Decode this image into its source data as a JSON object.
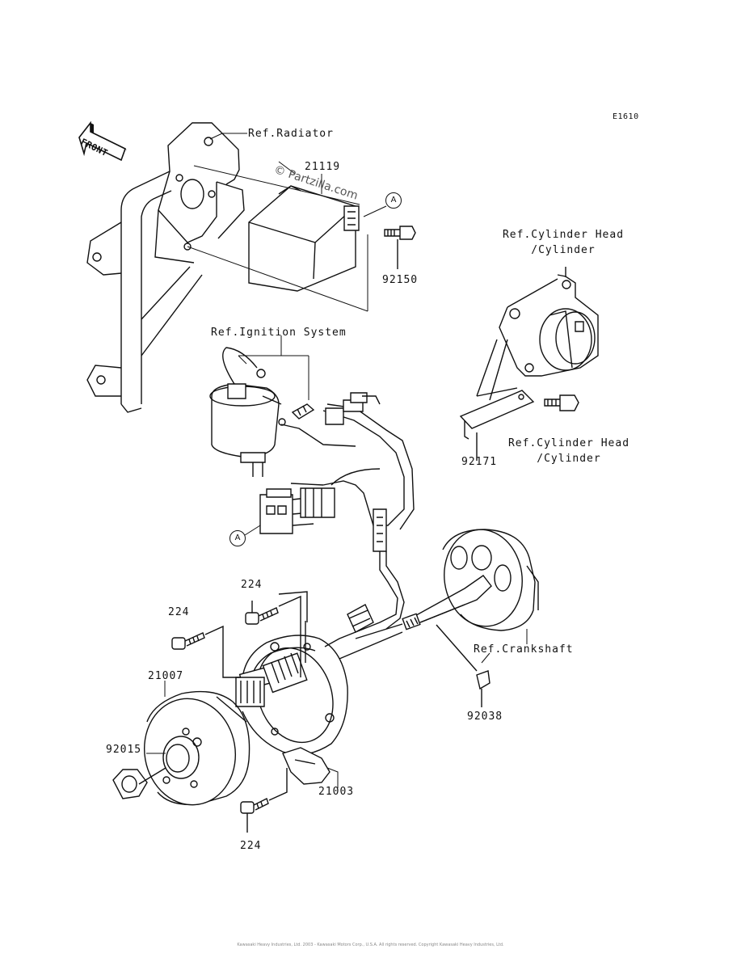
{
  "diagram_code": "E1610",
  "front_arrow_label": "FRONT",
  "watermark": "© Partzilla.com",
  "ref_labels": {
    "radiator": "Ref.Radiator",
    "cylinder_head_top_line1": "Ref.Cylinder Head",
    "cylinder_head_top_line2": "/Cylinder",
    "ignition_system": "Ref.Ignition System",
    "cylinder_head_bottom_line1": "Ref.Cylinder Head",
    "cylinder_head_bottom_line2": "/Cylinder",
    "crankshaft": "Ref.Crankshaft"
  },
  "part_numbers": {
    "p21119": "21119",
    "p92150": "92150",
    "p92171": "92171",
    "p224_top": "224",
    "p224_left": "224",
    "p21007": "21007",
    "p92015": "92015",
    "p21003": "21003",
    "p92038": "92038",
    "p224_bottom": "224"
  },
  "connector_markers": {
    "top": "A",
    "bottom": "A"
  },
  "footer_text": "Kawasaki Heavy Industries, Ltd. 2003 - Kawasaki Motors Corp., U.S.A. All rights reserved. Copyright Kawasaki Heavy Industries, Ltd."
}
